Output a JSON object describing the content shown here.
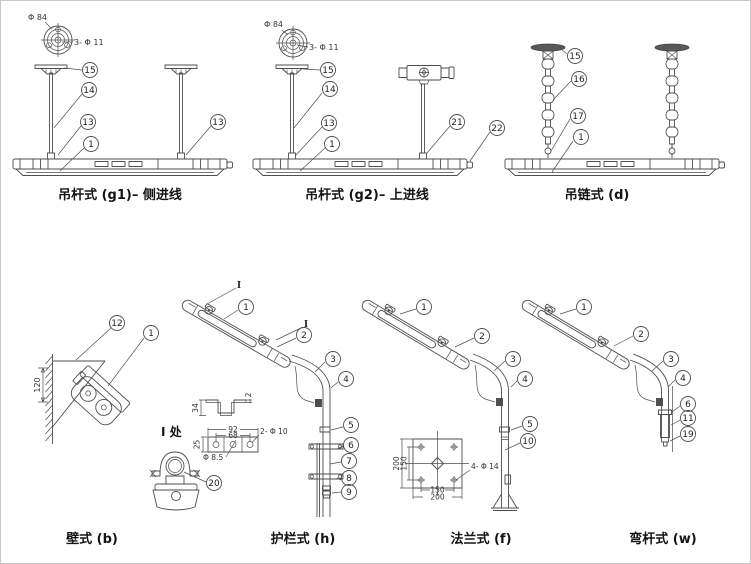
{
  "panels": {
    "g1": {
      "caption": "吊杆式 (g1)– 侧进线",
      "flange_dia": "Φ 84",
      "bolt_note": "3- Φ 11",
      "callouts": {
        "n15": "15",
        "n14": "14",
        "n13a": "13",
        "n1": "1",
        "n13b": "13"
      }
    },
    "g2": {
      "caption": "吊杆式 (g2)– 上进线",
      "flange_dia": "Φ 84",
      "bolt_note": "3- Φ 11",
      "callouts": {
        "n15": "15",
        "n14": "14",
        "n13": "13",
        "n1": "1",
        "n21": "21",
        "n22": "22"
      }
    },
    "d": {
      "caption": "吊链式 (d)",
      "callouts": {
        "n15": "15",
        "n16": "16",
        "n17": "17",
        "n1": "1"
      }
    },
    "b": {
      "caption": "壁式 (b)",
      "dim_offset": "120",
      "callouts": {
        "n12": "12",
        "n1": "1"
      }
    },
    "h": {
      "caption": "护栏式 (h)",
      "section_ref": "I",
      "section_label": "I 处",
      "callouts": {
        "n1": "1",
        "n2": "2",
        "n3": "3",
        "n4": "4",
        "n5": "5",
        "n6": "6",
        "n7": "7",
        "n8": "8",
        "n9": "9",
        "n20": "20"
      },
      "channel_dims": {
        "height": "34",
        "thickness": "2"
      },
      "bracket_dims": {
        "outer": "92",
        "inner": "68",
        "holes": "2- Φ 10",
        "center_hole": "Φ 8.5",
        "depth": "25"
      }
    },
    "f": {
      "caption": "法兰式 (f)",
      "callouts": {
        "n1": "1",
        "n2": "2",
        "n3": "3",
        "n4": "4",
        "n5": "5",
        "n10": "10"
      },
      "plate_dims": {
        "side_outer": "200",
        "side_inner": "150",
        "bottom_inner": "150",
        "bottom_outer": "200",
        "holes": "4- Φ 14"
      }
    },
    "w": {
      "caption": "弯杆式 (w)",
      "callouts": {
        "n1": "1",
        "n2": "2",
        "n3": "3",
        "n4": "4",
        "n6": "6",
        "n11": "11",
        "n19": "19"
      }
    }
  }
}
